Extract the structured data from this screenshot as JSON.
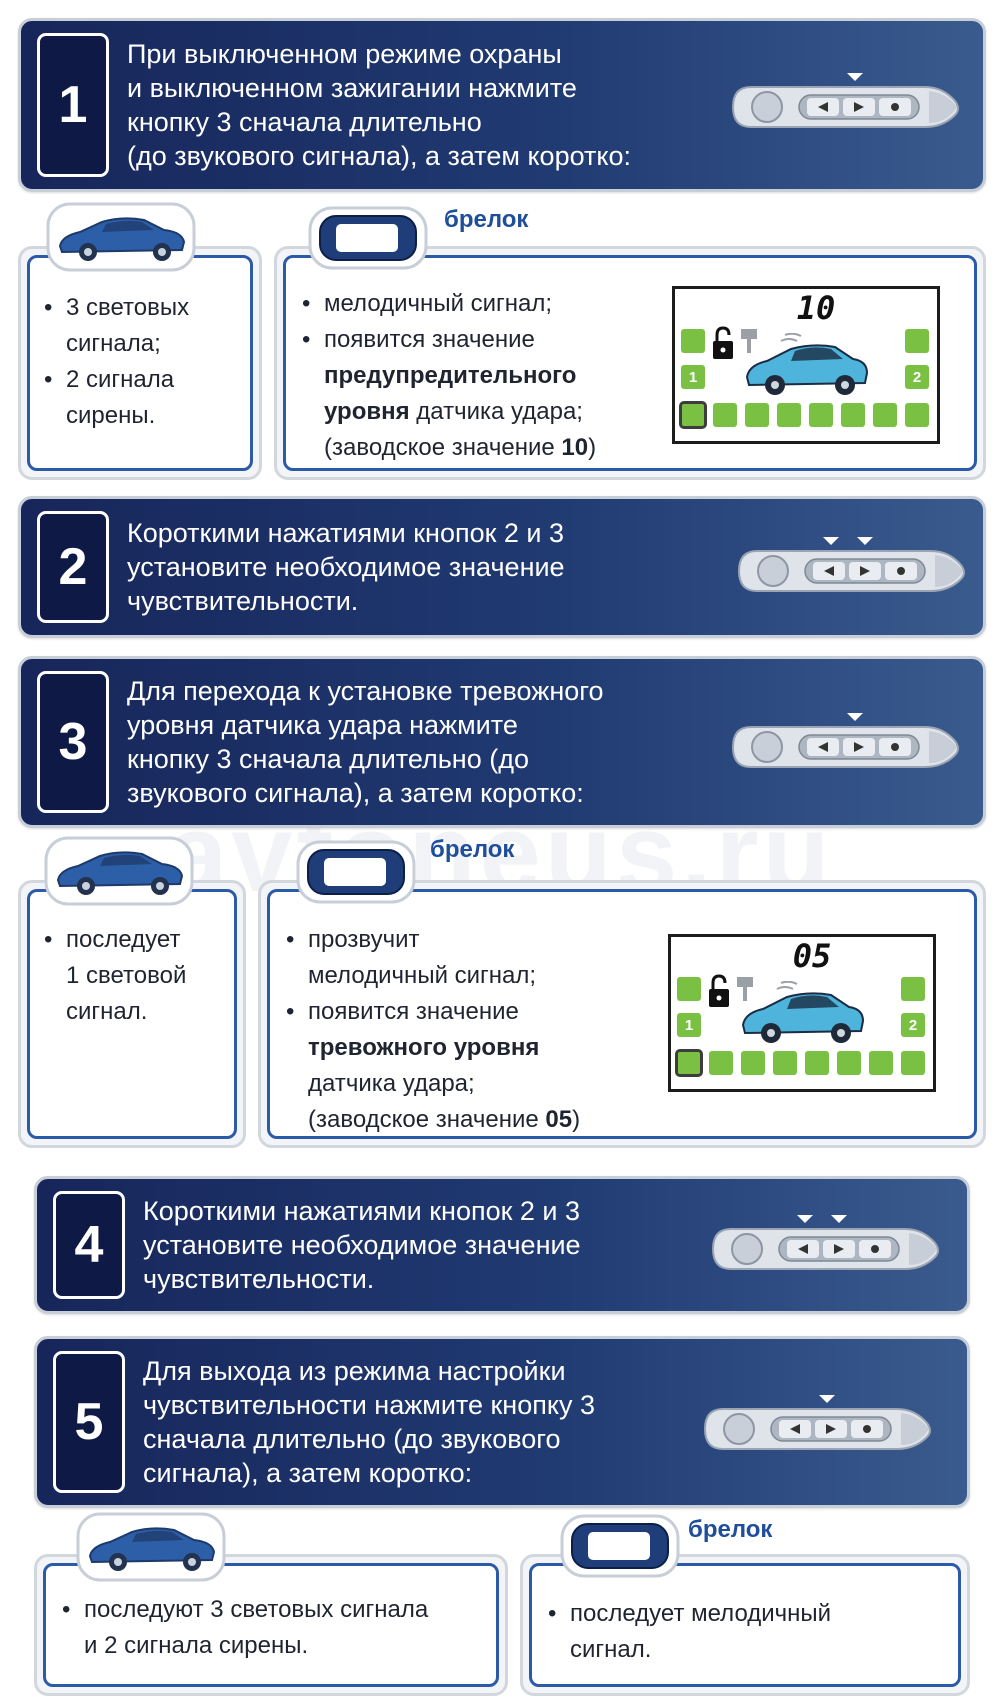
{
  "colors": {
    "banner_dark": "#17265a",
    "banner_light": "#3a5b8e",
    "panel_border": "#2a5aa8",
    "label_blue": "#1f4e9a",
    "lcd_icon_green": "#7ac143",
    "car_blue": "#4fb4dc"
  },
  "icons": {
    "car": "sports-car-icon",
    "fob": "key-fob-display-icon",
    "remote": "remote-3-button-icon",
    "lock": "padlock-open-icon",
    "hammer": "shock-hammer-icon"
  },
  "steps": [
    {
      "num": "1",
      "text": "При выключенном режиме охраны\nи выключенном зажигании нажмите\nкнопку 3 сначала длительно\n(до звукового сигнала), а затем коротко:",
      "arrows": 1
    },
    {
      "num": "2",
      "text": "Короткими нажатиями кнопок 2 и 3\nустановите необходимое значение\nчувствительности.",
      "arrows": 2
    },
    {
      "num": "3",
      "text": "Для перехода к  установке тревожного\nуровня датчика удара нажмите\nкнопку 3 сначала длительно (до\nзвукового  сигнала),  а затем коротко:",
      "arrows": 1
    },
    {
      "num": "4",
      "text": "Короткими нажатиями кнопок 2 и 3\nустановите необходимое значение\nчувствительности.",
      "arrows": 2
    },
    {
      "num": "5",
      "text": "Для выхода из режима настройки\nчувствительности нажмите кнопку 3\nсначала длительно (до звукового\nсигнала), а затем коротко:",
      "arrows": 1
    }
  ],
  "fob_label": "брелок",
  "result1": {
    "car": [
      "3 световых\nсигнала;",
      "2 сигнала\nсирены."
    ],
    "fob": {
      "line1": "мелодичный сигнал;",
      "line2a": "появится значение\n",
      "line2b_bold": "предупредительного\nуровня",
      "line2c": " датчика удара;",
      "line3": "(заводское значение ",
      "line3_bold": "10",
      "line3_end": ")"
    },
    "lcd_value": "10"
  },
  "result2": {
    "car": [
      "последует\n1 световой\nсигнал."
    ],
    "fob": {
      "line1": "прозвучит\nмелодичный сигнал;",
      "line2a": "появится значение\n",
      "line2b_bold": "тревожного уровня",
      "line2c": "\nдатчика удара;",
      "line3": "(заводское значение ",
      "line3_bold": "05",
      "line3_end": ")"
    },
    "lcd_value": "05"
  },
  "result3": {
    "car": [
      "последуют 3 световых сигнала\nи 2 сигнала сирены."
    ],
    "fob": [
      "последует мелодичный\nсигнал."
    ]
  },
  "lcd_side_labels": {
    "left": "1",
    "right": "2"
  },
  "watermark": "avtoneus.ru"
}
